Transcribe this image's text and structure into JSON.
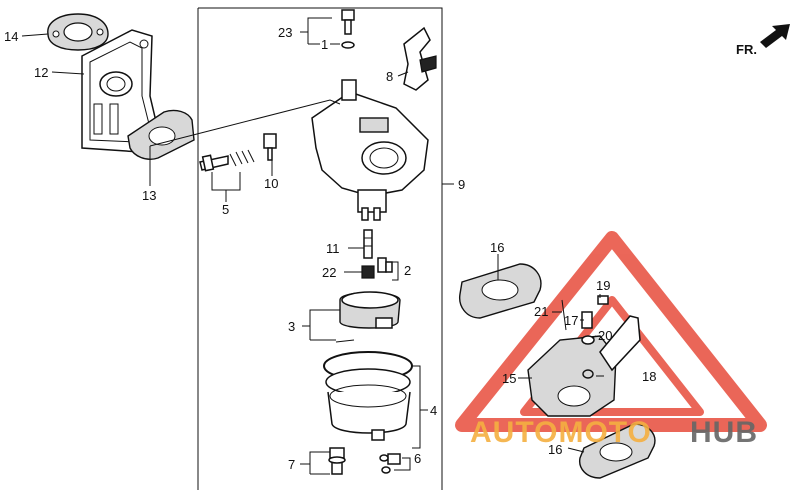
{
  "diagram": {
    "direction_label": "FR.",
    "watermark": {
      "brand_a": "AUTOMOTO",
      "brand_b": "HUB",
      "color_a": "#f5b041",
      "color_b": "#666666",
      "triangle_color": "#e74c3c"
    },
    "callouts": [
      {
        "id": "c14",
        "text": "14"
      },
      {
        "id": "c12",
        "text": "12"
      },
      {
        "id": "c13",
        "text": "13"
      },
      {
        "id": "c5",
        "text": "5"
      },
      {
        "id": "c10",
        "text": "10"
      },
      {
        "id": "c23",
        "text": "23"
      },
      {
        "id": "c1",
        "text": "1"
      },
      {
        "id": "c8",
        "text": "8"
      },
      {
        "id": "c9",
        "text": "9"
      },
      {
        "id": "c11",
        "text": "11"
      },
      {
        "id": "c22",
        "text": "22"
      },
      {
        "id": "c2",
        "text": "2"
      },
      {
        "id": "c3",
        "text": "3"
      },
      {
        "id": "c4",
        "text": "4"
      },
      {
        "id": "c7",
        "text": "7"
      },
      {
        "id": "c6",
        "text": "6"
      },
      {
        "id": "c16a",
        "text": "16"
      },
      {
        "id": "c19",
        "text": "19"
      },
      {
        "id": "c21",
        "text": "21"
      },
      {
        "id": "c17",
        "text": "17"
      },
      {
        "id": "c20",
        "text": "20"
      },
      {
        "id": "c15",
        "text": "15"
      },
      {
        "id": "c18",
        "text": "18"
      },
      {
        "id": "c16b",
        "text": "16"
      }
    ]
  }
}
